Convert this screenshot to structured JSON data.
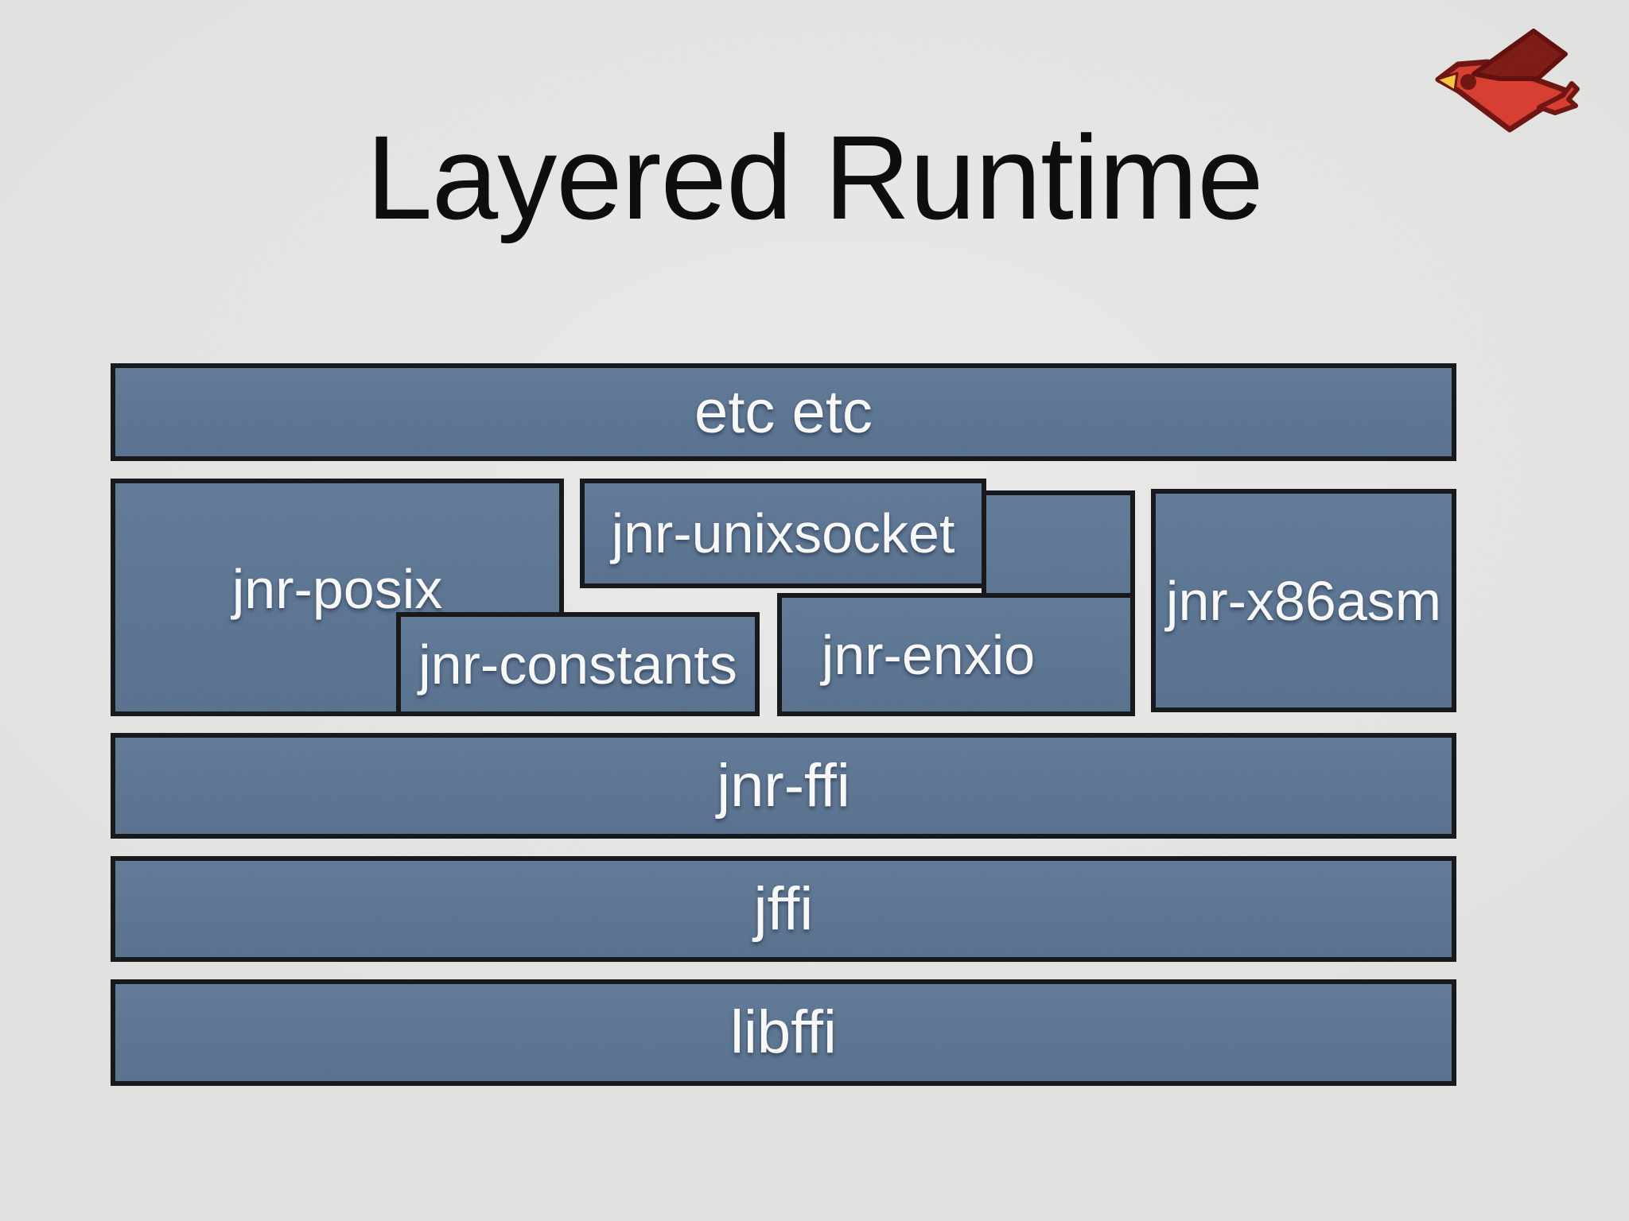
{
  "slide": {
    "title": "Layered Runtime",
    "background_color": "#e3e3e1",
    "title_color": "#0c0c0c",
    "box_fill_color": "#5a7390",
    "box_border_color": "#15161a",
    "label_color": "#f7f8f7"
  },
  "logo": {
    "name": "red-bird-logo",
    "body_color": "#d63b2f",
    "wing_color": "#7a1a13",
    "outline_color": "#6b1410",
    "beak_color": "#f2c53d"
  },
  "diagram": {
    "etc_label": "etc etc",
    "posix_label": "jnr-posix",
    "unixsocket_label": "jnr-unixsocket",
    "constants_label": "jnr-constants",
    "enxio_label": "jnr-enxio",
    "x86asm_label": "jnr-x86asm",
    "ffi_label": "jnr-ffi",
    "jffi_label": "jffi",
    "libffi_label": "libffi"
  }
}
